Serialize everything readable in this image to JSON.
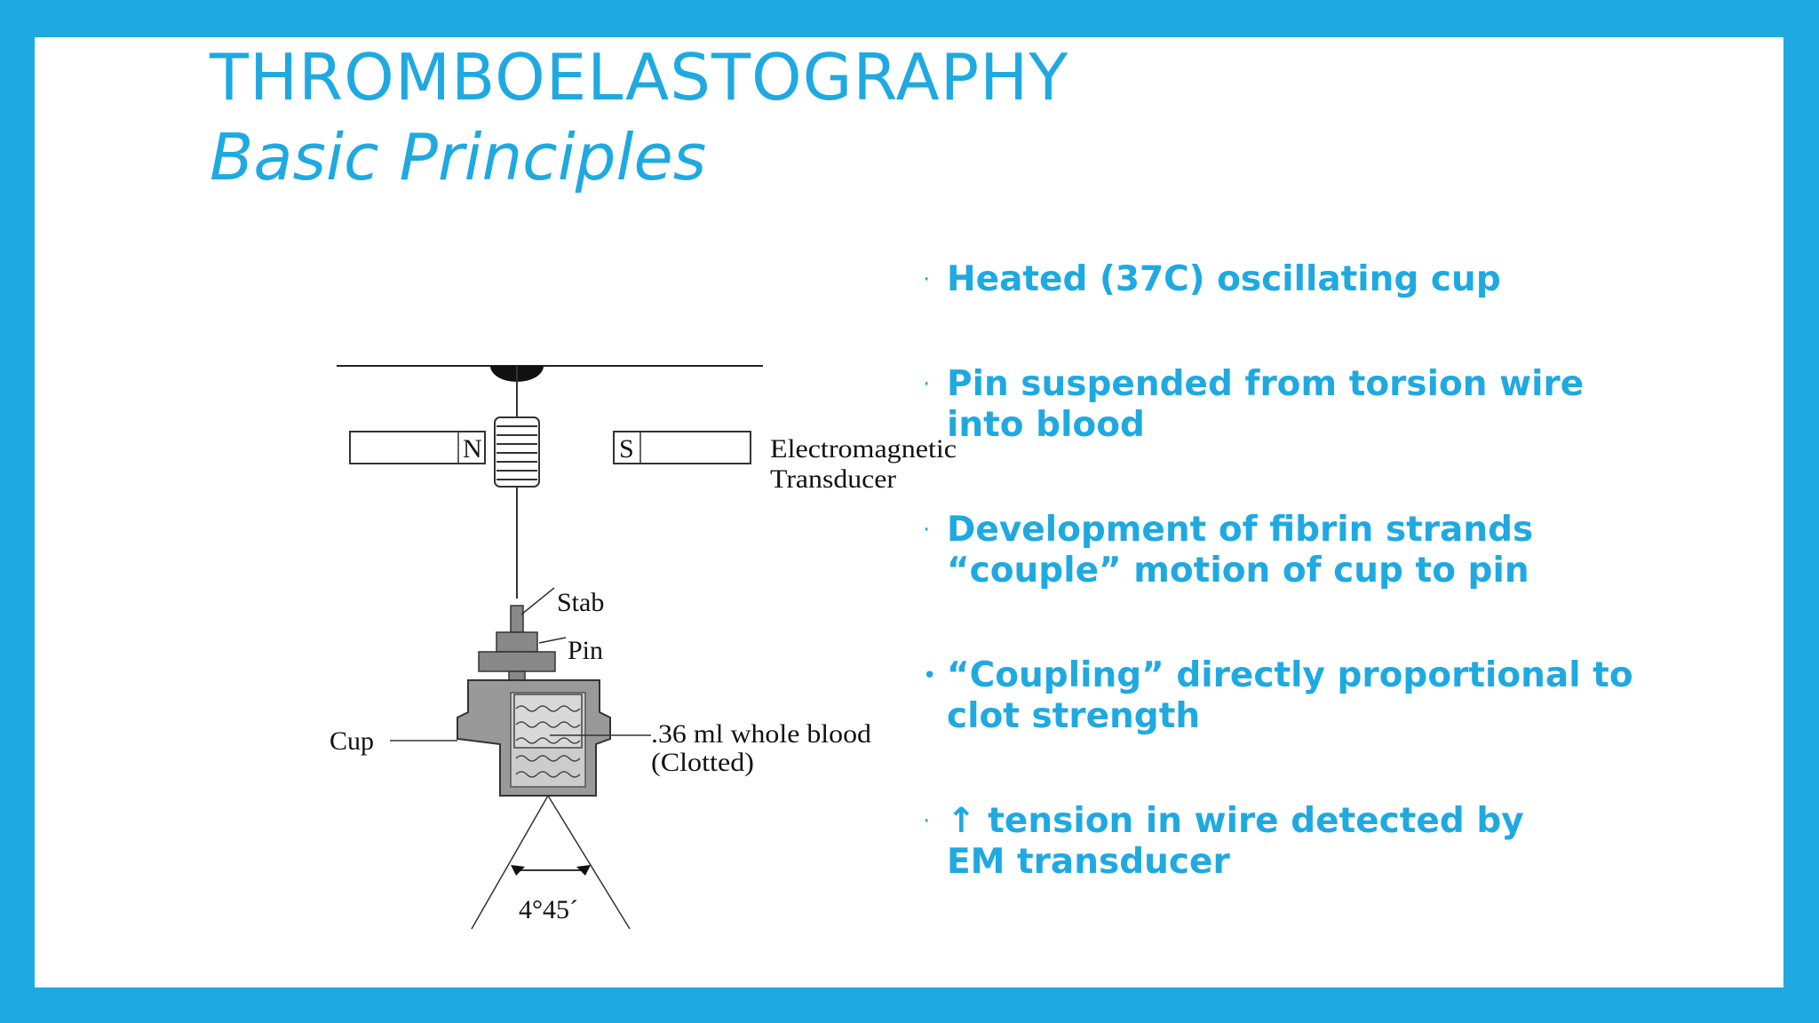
{
  "slide": {
    "title": "THROMBOELASTOGRAPHY",
    "subtitle": "Basic Principles"
  },
  "diagram": {
    "labels": {
      "north": "N",
      "south": "S",
      "transducer_line1": "Electromagnetic",
      "transducer_line2": "Transducer",
      "stab": "Stab",
      "pin": "Pin",
      "cup": "Cup",
      "blood_line1": ".36 ml whole blood",
      "blood_line2": "(Clotted)",
      "angle": "4°45´"
    }
  },
  "bullets": [
    {
      "marker": "·",
      "lines": [
        "Heated (37C) oscillating cup"
      ]
    },
    {
      "marker": "·",
      "lines": [
        "Pin suspended from torsion wire",
        "into blood"
      ]
    },
    {
      "marker": "·",
      "lines": [
        "Development of fibrin strands",
        "“couple” motion of cup to pin"
      ]
    },
    {
      "marker": "•",
      "lines": [
        "“Coupling” directly proportional to",
        "clot strength"
      ]
    },
    {
      "marker": "·",
      "lines": [
        "↑ tension in wire detected by",
        "EM transducer"
      ]
    }
  ],
  "colors": {
    "accent": "#1fa9e1",
    "background": "#ffffff",
    "cup_fill": "#999999",
    "blood_fill": "#cccccc"
  }
}
